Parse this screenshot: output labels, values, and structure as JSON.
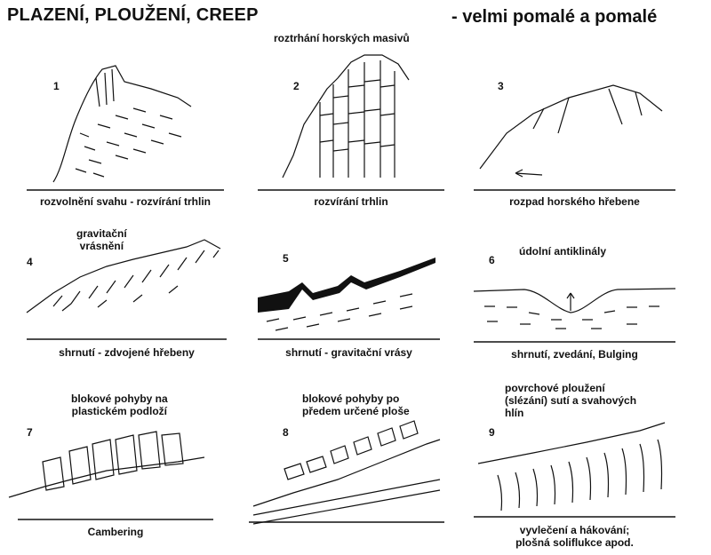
{
  "header": {
    "title": "PLAZENÍ, PLOUŽENÍ, CREEP",
    "subtitle": "- velmi pomalé a pomalé"
  },
  "panels": [
    {
      "number": "1",
      "label": "",
      "caption": "rozvolnění svahu - rozvírání trhlin"
    },
    {
      "number": "2",
      "label": "roztrhání horských masivů",
      "caption": "rozvírání trhlin"
    },
    {
      "number": "3",
      "label": "",
      "caption": "rozpad horského hřebene"
    },
    {
      "number": "4",
      "label": "gravitační\nvrásnění",
      "caption": "shrnutí - zdvojené hřebeny"
    },
    {
      "number": "5",
      "label": "",
      "caption": "shrnutí - gravitační vrásy"
    },
    {
      "number": "6",
      "label": "údolní antiklinály",
      "caption": "shrnutí, zvedání, Bulging"
    },
    {
      "number": "7",
      "label": "blokové pohyby na\nplastickém podloží",
      "caption": "Cambering"
    },
    {
      "number": "8",
      "label": "blokové pohyby po\npředem určené ploše",
      "caption": ""
    },
    {
      "number": "9",
      "label": "povrchové ploužení\n(slézání) sutí a svahových\nhlín",
      "caption": "vyvlečení a hákování;\nplošná soliflukce apod."
    }
  ]
}
